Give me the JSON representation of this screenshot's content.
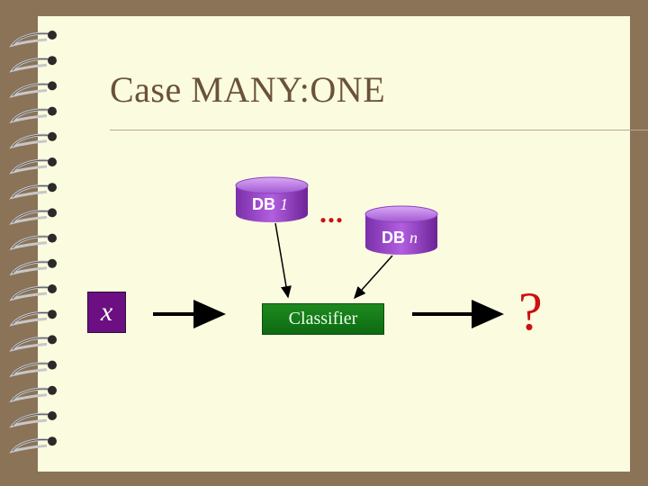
{
  "slide": {
    "title": "Case MANY:ONE"
  },
  "diagram": {
    "input_label": "x",
    "db_first": {
      "prefix": "DB",
      "index": "1"
    },
    "db_last": {
      "prefix": "DB",
      "index": "n"
    },
    "ellipsis": "...",
    "classifier_label": "Classifier",
    "output_label": "?"
  },
  "colors": {
    "background": "#fbfbdf",
    "frame": "#8b7358",
    "database": "#9b4cc4",
    "classifier": "#1e8a1e",
    "input_box": "#6b0f82",
    "accent_red": "#cc1010",
    "title_text": "#6a5238"
  },
  "icons": {
    "binding": "spiral-binding-icon",
    "database": "database-cylinder-icon",
    "arrow": "arrow-right-icon"
  }
}
